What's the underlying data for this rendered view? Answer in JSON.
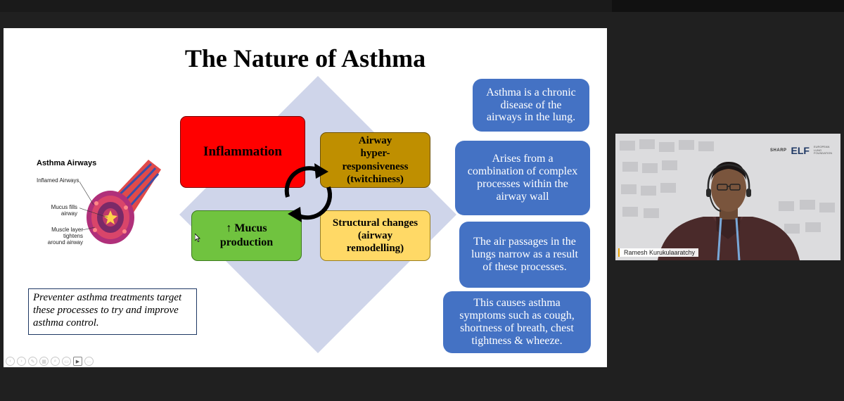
{
  "slide": {
    "title": "The Nature of Asthma",
    "boxes": {
      "inflammation": "Inflammation",
      "hyper_line1": "Airway",
      "hyper_line2": "hyper-",
      "hyper_line3": "responsiveness",
      "hyper_line4": "(twitchiness)",
      "mucus_line1": "↑ Mucus",
      "mucus_line2": "production",
      "struct_line1": "Structural changes",
      "struct_line2": "(airway",
      "struct_line3": "remodelling)"
    },
    "info": {
      "b1_l1": "Asthma is a chronic",
      "b1_l2": "disease of the",
      "b1_l3": "airways in the lung.",
      "b2_l1": "Arises from a",
      "b2_l2": "combination of complex",
      "b2_l3": "processes within the",
      "b2_l4": "airway wall",
      "b3_l1": "The air passages in the",
      "b3_l2": "lungs narrow as a result",
      "b3_l3": "of these processes.",
      "b4_l1": "This causes asthma",
      "b4_l2": "symptoms such as cough,",
      "b4_l3": "shortness of breath, chest",
      "b4_l4": "tightness & wheeze."
    },
    "illustration": {
      "title": "Asthma Airways",
      "label1": "Inflamed Airways",
      "label2_l1": "Mucus fills",
      "label2_l2": "airway",
      "label3_l1": "Muscle layer",
      "label3_l2": "tightens",
      "label3_l3": "around airway"
    },
    "note_l1": "Preventer asthma treatments target",
    "note_l2": "these processes to try and improve",
    "note_l3": "asthma control."
  },
  "video": {
    "participant_name": "Ramesh Kurukulaaratchy",
    "logo_sharp": "SHARP",
    "logo_elf": "ELF",
    "logo_elf_small": "EUROPEAN LUNG FOUNDATION"
  },
  "colors": {
    "inflammation": "#ff0000",
    "hyper": "#bf8f00",
    "mucus": "#70c33f",
    "structural": "#ffd966",
    "info_box": "#4472c4",
    "diamond": "#cfd5ea"
  }
}
